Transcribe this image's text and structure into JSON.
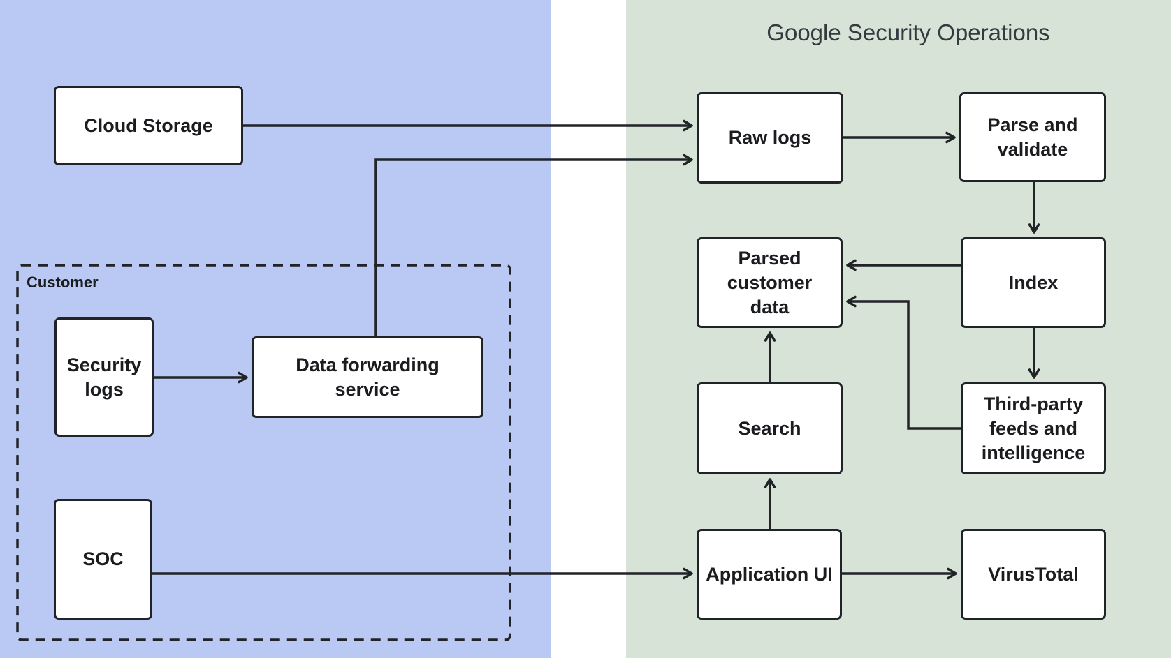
{
  "google_panel": {
    "title": "Google Security Operations"
  },
  "customer_group": {
    "label": "Customer"
  },
  "nodes": {
    "cloud_storage": {
      "label": "Cloud Storage"
    },
    "security_logs": {
      "label": "Security\nlogs"
    },
    "data_forwarding": {
      "label": "Data forwarding\nservice"
    },
    "soc": {
      "label": "SOC"
    },
    "raw_logs": {
      "label": "Raw logs"
    },
    "parse_validate": {
      "label": "Parse and\nvalidate"
    },
    "index": {
      "label": "Index"
    },
    "parsed_customer_data": {
      "label": "Parsed\ncustomer\ndata"
    },
    "third_party": {
      "label": "Third-party\nfeeds and\nintelligence"
    },
    "search": {
      "label": "Search"
    },
    "application_ui": {
      "label": "Application UI"
    },
    "virustotal": {
      "label": "VirusTotal"
    }
  },
  "edges": [
    {
      "from": "cloud_storage",
      "to": "raw_logs"
    },
    {
      "from": "data_forwarding",
      "to": "raw_logs"
    },
    {
      "from": "security_logs",
      "to": "data_forwarding"
    },
    {
      "from": "soc",
      "to": "application_ui"
    },
    {
      "from": "raw_logs",
      "to": "parse_validate"
    },
    {
      "from": "parse_validate",
      "to": "index"
    },
    {
      "from": "index",
      "to": "parsed_customer_data"
    },
    {
      "from": "index",
      "to": "third_party"
    },
    {
      "from": "third_party",
      "to": "parsed_customer_data"
    },
    {
      "from": "search",
      "to": "parsed_customer_data"
    },
    {
      "from": "application_ui",
      "to": "search"
    },
    {
      "from": "application_ui",
      "to": "virustotal"
    }
  ],
  "palette": {
    "customer_panel_bg": "#bac9f4",
    "google_panel_bg": "#d6e3d6",
    "box_fill": "#ffffff",
    "box_border": "#202327",
    "arrow": "#212327",
    "title_color": "#343a40"
  }
}
